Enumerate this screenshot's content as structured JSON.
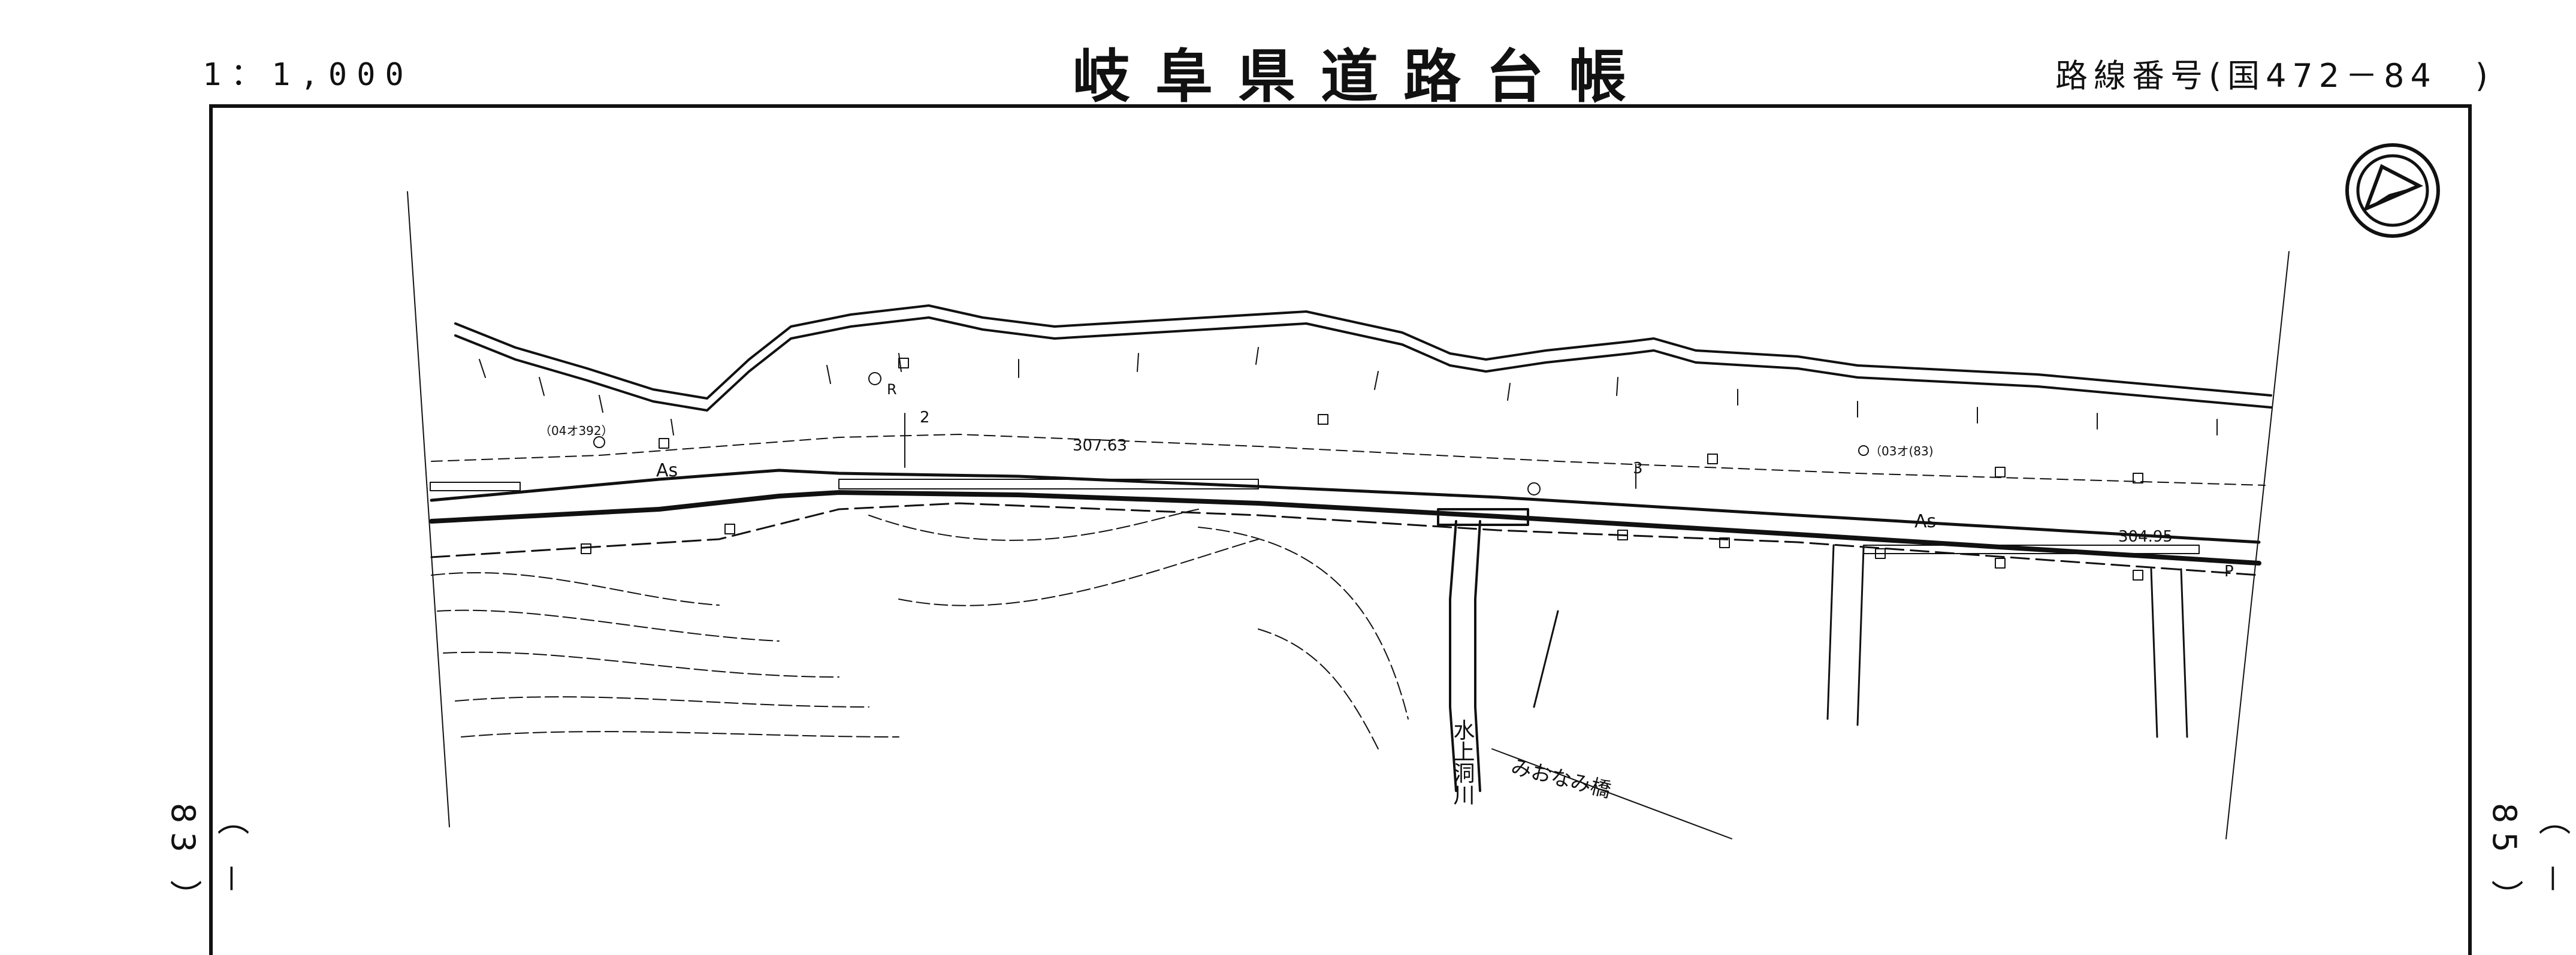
{
  "header": {
    "scale": "1：1,000",
    "title": "岐阜県道路台帳",
    "route_number": "路線番号(国472－84　)"
  },
  "side_labels": {
    "left": "（ － 83 ）",
    "right": "（ － 85 ）"
  },
  "map_labels": {
    "surface_left": "As",
    "surface_right": "As",
    "elevation_1": "307.63",
    "elevation_2": "304.95",
    "benchmark_1": "（04オ392）",
    "benchmark_2": "（03オ(83)",
    "station_2": "2",
    "station_3": "3",
    "marker_r": "R",
    "marker_p": "P",
    "river_name": "水上洞川",
    "bridge_name": "みおなみ橋"
  },
  "north_arrow": "north-arrow-icon",
  "colors": {
    "ink": "#111111",
    "paper": "#ffffff"
  }
}
